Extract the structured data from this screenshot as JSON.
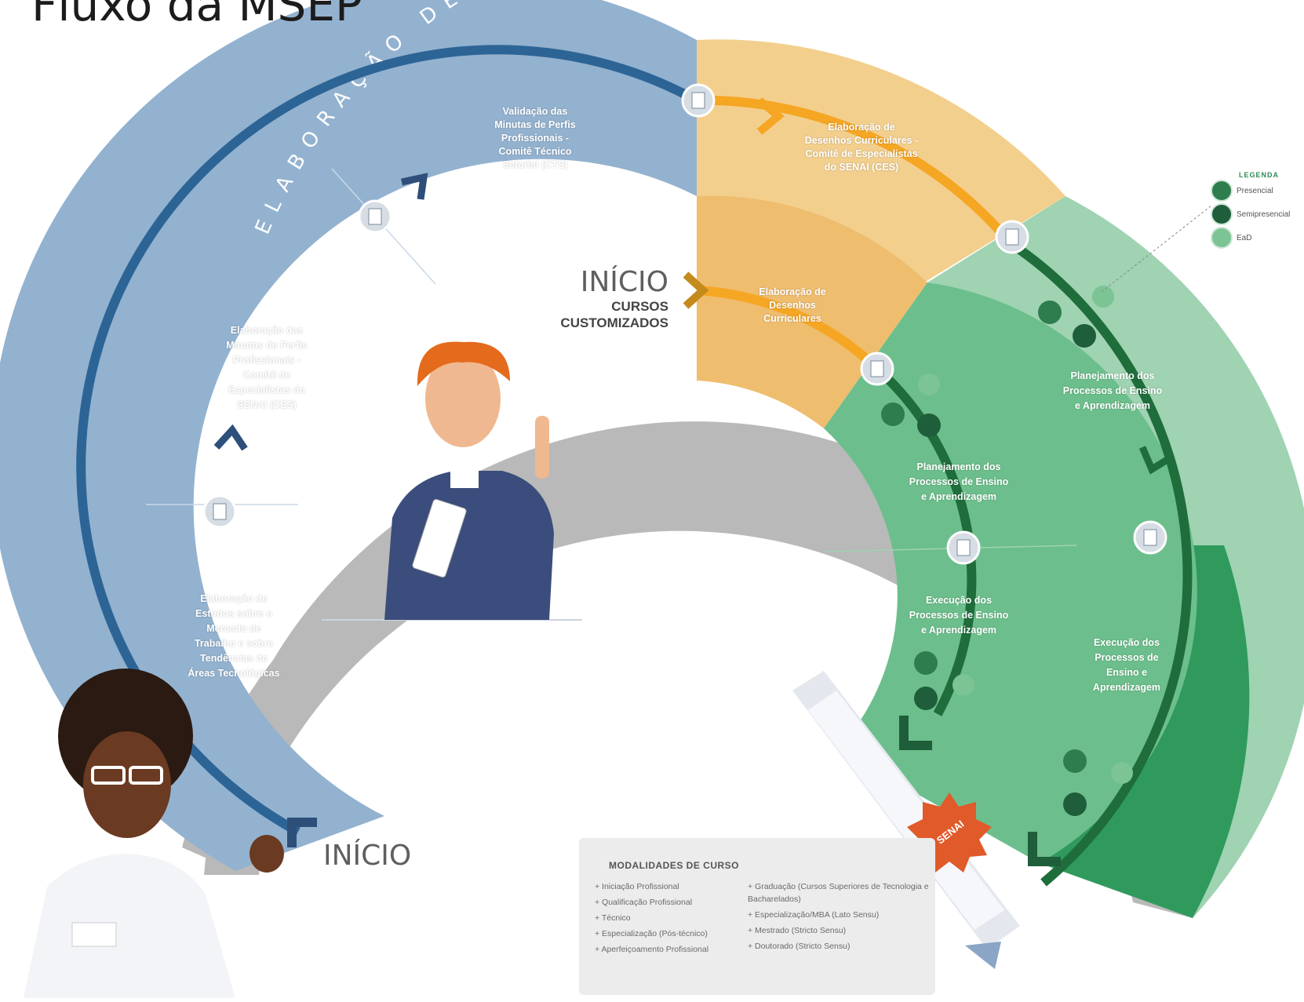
{
  "title": "Fluxo da MSEP",
  "arc_label": "ELABORAÇÃO DE OFERTAS FORMATIVAS",
  "inicio_main": "INÍCIO",
  "inicio_custom": {
    "title": "INÍCIO",
    "line1": "CURSOS",
    "line2": "CUSTOMIZADOS"
  },
  "blue_steps": [
    {
      "lines": [
        "Elaboração de",
        "Estudos sobre o",
        "Mercado de",
        "Trabalho e sobre",
        "Tendências de",
        "Áreas Tecnológicas"
      ]
    },
    {
      "lines": [
        "Elaboração das",
        "Minutas de Perfis",
        "Profissionais -",
        "Comitê de",
        "Especialistas do",
        "SENAI (CES)"
      ]
    },
    {
      "lines": [
        "Validação das",
        "Minutas de Perfis",
        "Profissionais -",
        "Comitê Técnico",
        "Setorial (CTS)"
      ]
    }
  ],
  "orange_steps": [
    {
      "lines": [
        "Elaboração de",
        "Desenhos Curriculares -",
        "Comitê de Especialistas",
        "do SENAI (CES)"
      ]
    },
    {
      "lines": [
        "Elaboração de",
        "Desenhos",
        "Curriculares"
      ]
    }
  ],
  "green_steps": [
    {
      "lines": [
        "Planejamento dos",
        "Processos de Ensino",
        "e Aprendizagem"
      ]
    },
    {
      "lines": [
        "Execução dos",
        "Processos de Ensino",
        "e Aprendizagem"
      ]
    },
    {
      "lines": [
        "Planejamento dos",
        "Processos de Ensino",
        "e Aprendizagem"
      ]
    },
    {
      "lines": [
        "Execução dos",
        "Processos de",
        "Ensino e",
        "Aprendizagem"
      ]
    }
  ],
  "legend": {
    "title": "LEGENDA",
    "items": [
      {
        "label": "Presencial",
        "color": "#2e7d4f"
      },
      {
        "label": "Semipresencial",
        "color": "#1f5e3a"
      },
      {
        "label": "EaD",
        "color": "#7cc493"
      }
    ]
  },
  "modalidades": {
    "title": "MODALIDADES DE CURSO",
    "col1": [
      "+ Iniciação Profissional",
      "+ Qualificação Profissional",
      "+ Técnico",
      "+ Especialização (Pós-técnico)",
      "+ Aperfeiçoamento Profissional"
    ],
    "col2": [
      "+ Graduação (Cursos Superiores de Tecnologia e Bacharelados)",
      "+ Especialização/MBA (Lato Sensu)",
      "+ Mestrado (Stricto Sensu)",
      "+ Doutorado (Stricto Sensu)"
    ]
  },
  "badge_text": "SENAI",
  "colors": {
    "gray_ring": "#b9b9b9",
    "blue_band": "#93b2cf",
    "blue_path": "#2d6496",
    "orange_outer": "#f3cf8e",
    "orange_inner": "#efbd6e",
    "orange_path": "#f5a623",
    "green_light": "#9fd3b2",
    "green_mid": "#6cbf8c",
    "green_dark": "#2f9a5c",
    "green_path": "#1f6d3b"
  }
}
